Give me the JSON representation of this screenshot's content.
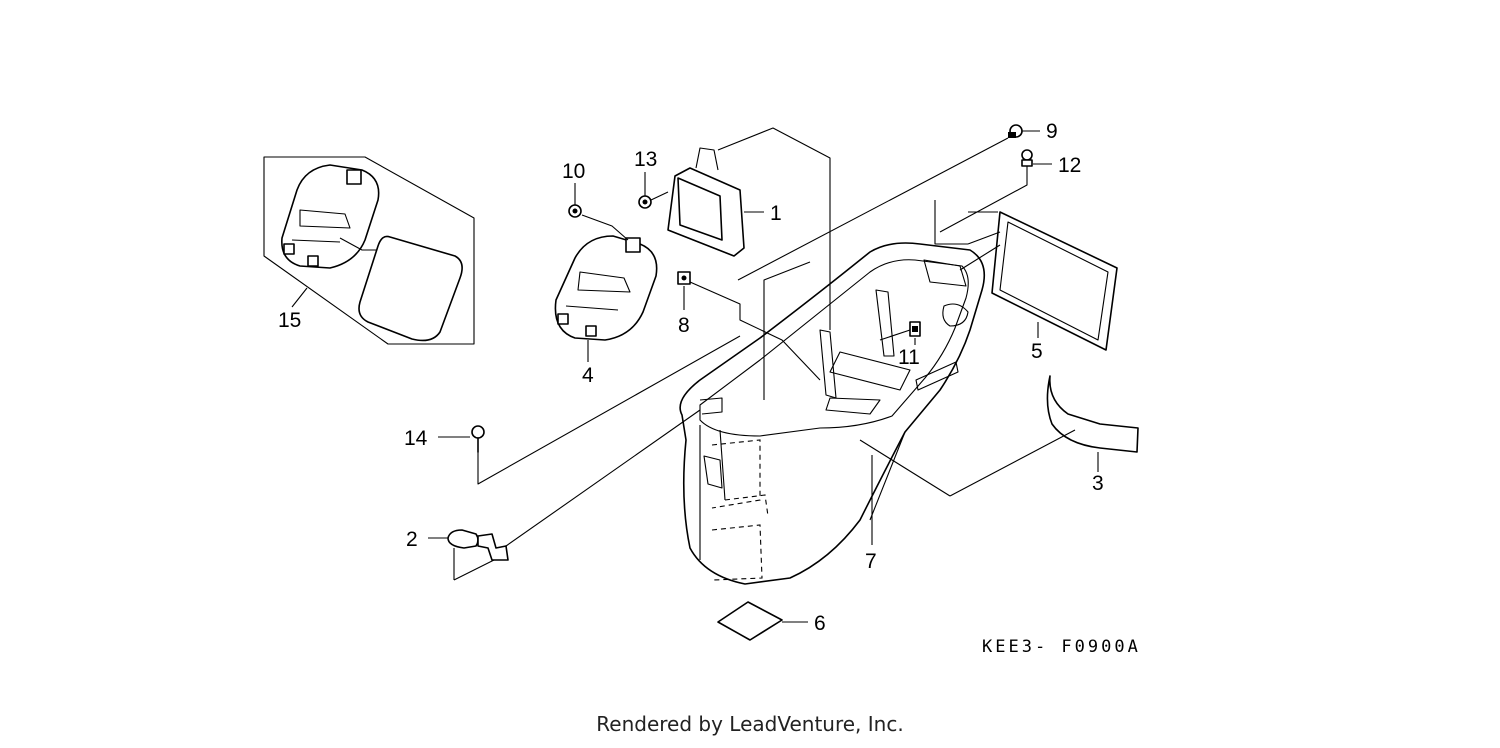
{
  "diagram": {
    "code": "KEE3- F0900A",
    "credit": "Rendered by LeadVenture, Inc.",
    "callouts": {
      "p1": "1",
      "p2": "2",
      "p3": "3",
      "p4": "4",
      "p5": "5",
      "p6": "6",
      "p7": "7",
      "p8": "8",
      "p9": "9",
      "p10": "10",
      "p11": "11",
      "p12": "12",
      "p13": "13",
      "p14": "14",
      "p15": "15"
    }
  }
}
